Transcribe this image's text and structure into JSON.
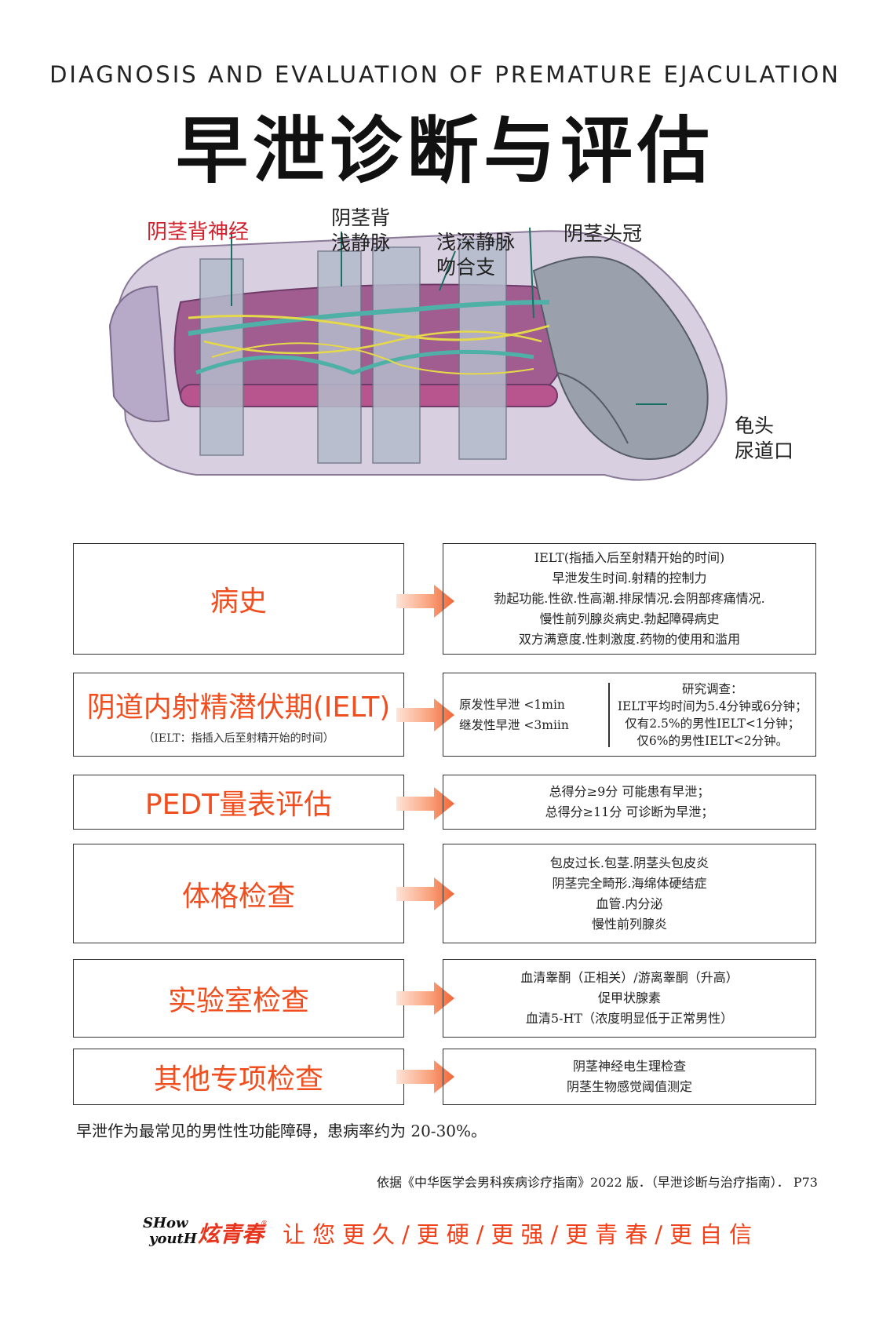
{
  "header": {
    "subtitle_en": "DIAGNOSIS AND EVALUATION OF PREMATURE EJACULATION",
    "title_cn": "早泄诊断与评估"
  },
  "illustration": {
    "labels": {
      "dorsal_nerve": "阴茎背神经",
      "superficial_vein": "阴茎背\n浅静脉",
      "anastomosis": "浅深静脉\n吻合支",
      "corona": "阴茎头冠",
      "glans_urethra": "龟头\n尿道口"
    },
    "colors": {
      "label_red": "#d0212d",
      "shaft_purple": "#a05a8c",
      "fascia_gray": "#aeb4c4",
      "nerve_yellow": "#e4d94a",
      "vein_teal": "#4fb0a8"
    }
  },
  "rows": [
    {
      "title": "病史",
      "details": [
        "IELT(指插入后至射精开始的时间)",
        "早泄发生时间.射精的控制力",
        "勃起功能.性欲.性高潮.排尿情况.会阴部疼痛情况.",
        "慢性前列腺炎病史.勃起障碍病史",
        "双方满意度.性刺激度.药物的使用和滥用"
      ]
    },
    {
      "title": "阴道内射精潜伏期(IELT)",
      "note": "（IELT：指插入后至射精开始的时间）",
      "split_left": [
        "原发性早泄 <1min",
        "继发性早泄 <3miin"
      ],
      "split_right": [
        "研究调查：",
        "IELT平均时间为5.4分钟或6分钟；",
        "仅有2.5%的男性IELT<1分钟；",
        "仅6%的男性IELT<2分钟。"
      ]
    },
    {
      "title": "PEDT量表评估",
      "details": [
        "总得分≥9分 可能患有早泄；",
        "总得分≥11分 可诊断为早泄；"
      ]
    },
    {
      "title": "体格检查",
      "details": [
        "包皮过长.包茎.阴茎头包皮炎",
        "阴茎完全畸形.海绵体硬结症",
        "血管.内分泌",
        "慢性前列腺炎"
      ]
    },
    {
      "title": "实验室检查",
      "details": [
        "血清睾酮（正相关）/游离睾酮（升高）",
        "促甲状腺素",
        "血清5-HT（浓度明显低于正常男性）"
      ]
    },
    {
      "title": "其他专项检查",
      "details": [
        "阴茎神经电生理检查",
        "阴茎生物感觉阈值测定"
      ]
    }
  ],
  "footer": {
    "prevalence": "早泄作为最常见的男性性功能障碍，患病率约为 20-30%。",
    "reference": "依据《中华医学会男科疾病诊疗指南》2022 版．（早泄诊断与治疗指南）． P73",
    "brand_en_1": "SHow",
    "brand_en_2": "youtH",
    "brand_cn": "炫青春",
    "brand_reg": "®",
    "slogan": "让您更久/更硬/更强/更青春/更自信"
  },
  "theme": {
    "accent": "#f04e1e",
    "arrow_start": "#fde2d6",
    "arrow_end": "#f26a3d"
  }
}
